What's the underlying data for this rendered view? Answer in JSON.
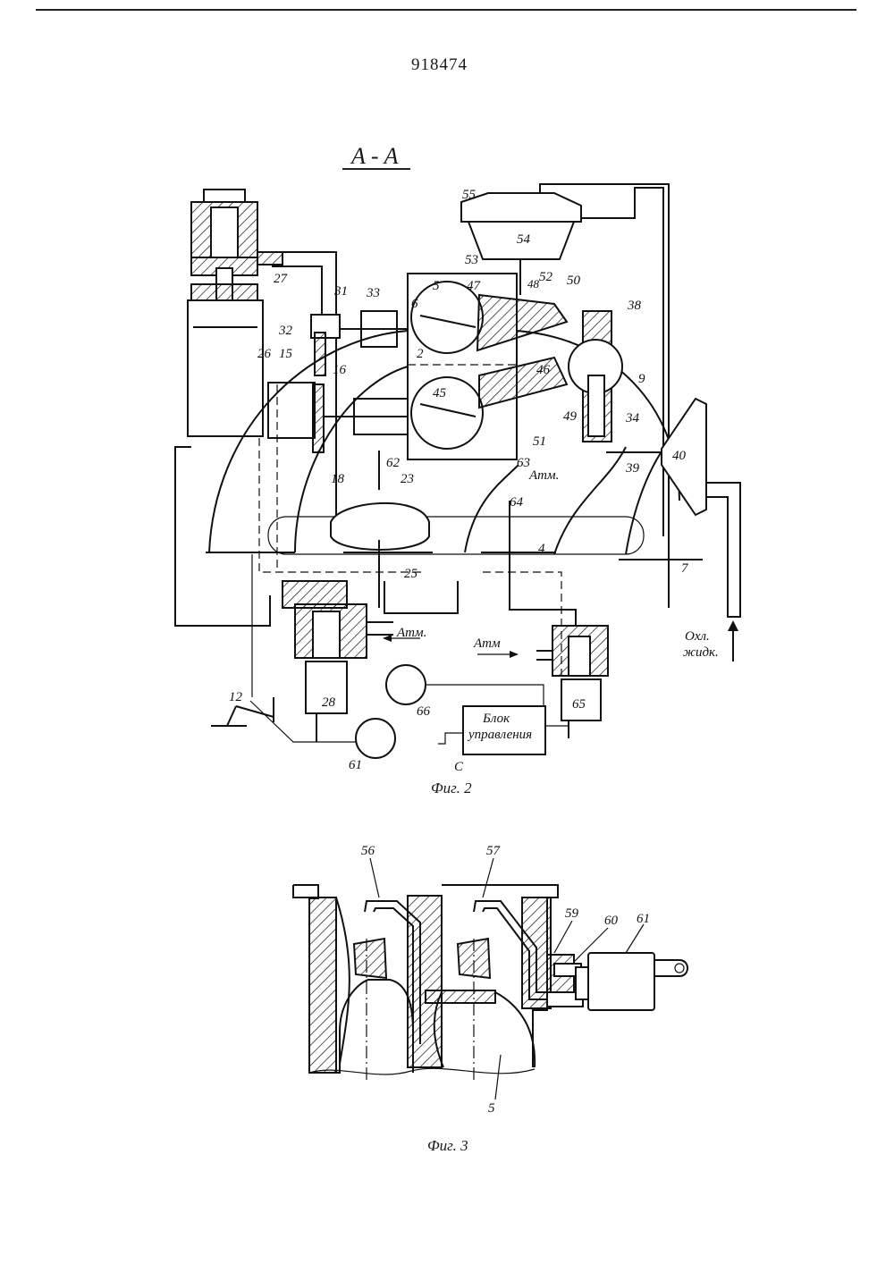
{
  "patent_number": "918474",
  "section_label": "A - A",
  "fig2": {
    "caption": "Фиг. 2",
    "block_label_line1": "Блок",
    "block_label_line2": "управления",
    "block_terminal": "С",
    "atm_left": "Атм.",
    "atm_center": "Атм",
    "atm_right": "Атм.",
    "coolant_line1": "Охл.",
    "coolant_line2": "жидк.",
    "numbers": [
      "55",
      "54",
      "53",
      "52",
      "50",
      "48",
      "47",
      "5",
      "6",
      "33",
      "31",
      "32",
      "27",
      "26",
      "15",
      "16",
      "2",
      "45",
      "46",
      "38",
      "9",
      "34",
      "49",
      "51",
      "40",
      "39",
      "63",
      "62",
      "23",
      "18",
      "64",
      "25",
      "4",
      "7",
      "12",
      "28",
      "66",
      "61",
      "65"
    ]
  },
  "fig3": {
    "caption": "Фиг. 3",
    "numbers": [
      "56",
      "57",
      "59",
      "60",
      "61",
      "5"
    ]
  }
}
